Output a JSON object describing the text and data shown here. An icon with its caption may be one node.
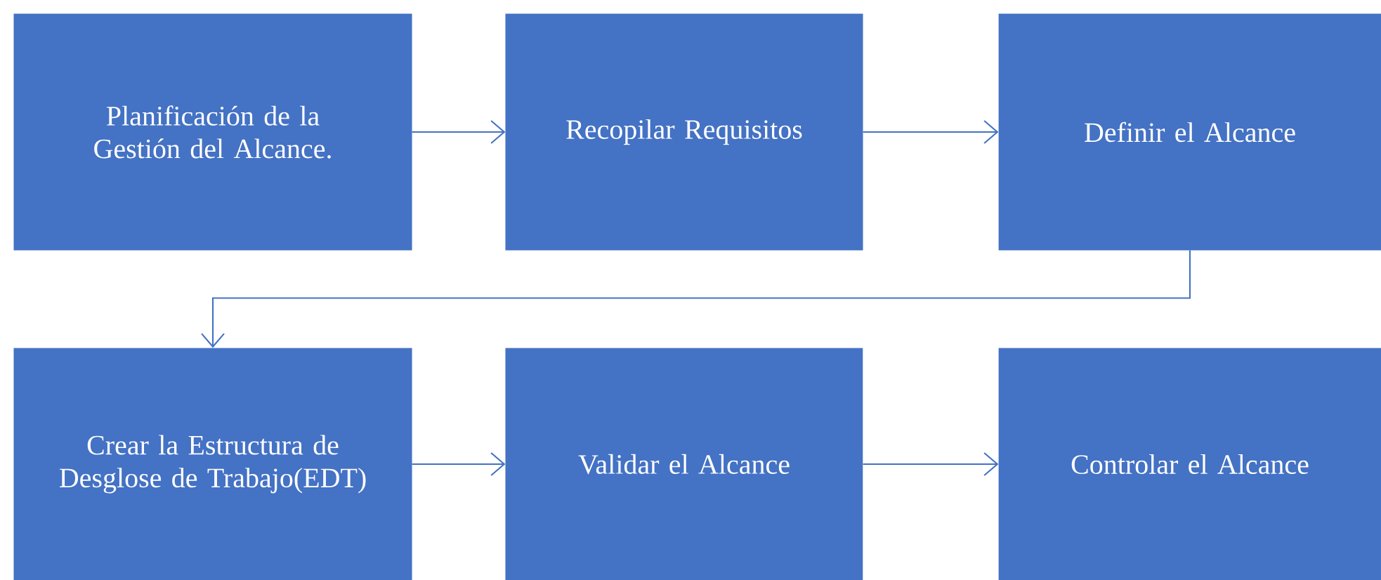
{
  "diagram": {
    "nodes": [
      {
        "text": [
          "Planificación de la Gestión del Alcance."
        ]
      },
      {
        "text": [
          "Recopilar Requisitos"
        ]
      },
      {
        "text": [
          "Definir el Alcance"
        ]
      },
      {
        "text": [
          "Crear la Estructura de Desglose de Trabajo(EDT)"
        ]
      },
      {
        "text": [
          "Validar el Alcance"
        ]
      },
      {
        "text": [
          "Controlar el Alcance"
        ]
      }
    ],
    "edges": [
      {
        "from": 0,
        "to": 1,
        "arrow": "to"
      },
      {
        "from": 1,
        "to": 2,
        "arrow": "to"
      },
      {
        "from": 2,
        "to": 3,
        "arrow": "to"
      },
      {
        "from": 3,
        "to": 4,
        "arrow": "to"
      },
      {
        "from": 4,
        "to": 5,
        "arrow": "to"
      }
    ]
  }
}
